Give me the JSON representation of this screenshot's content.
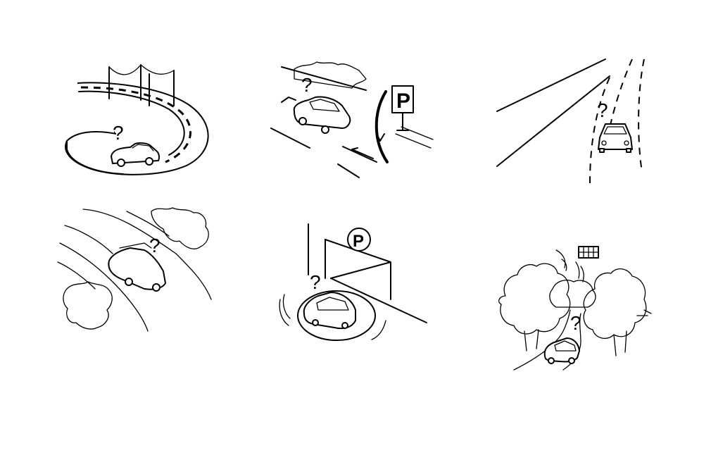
{
  "scenes": [
    {
      "id": "spiral-ramp",
      "question_mark": "?"
    },
    {
      "id": "parking-entrance",
      "question_mark": "?",
      "sign_letter": "P"
    },
    {
      "id": "road-fork",
      "question_mark": "?"
    },
    {
      "id": "winding-road",
      "question_mark": "?"
    },
    {
      "id": "parking-garage-turntable",
      "question_mark": "?",
      "sign_letter": "P"
    },
    {
      "id": "forest-gps",
      "question_mark": "?"
    }
  ]
}
